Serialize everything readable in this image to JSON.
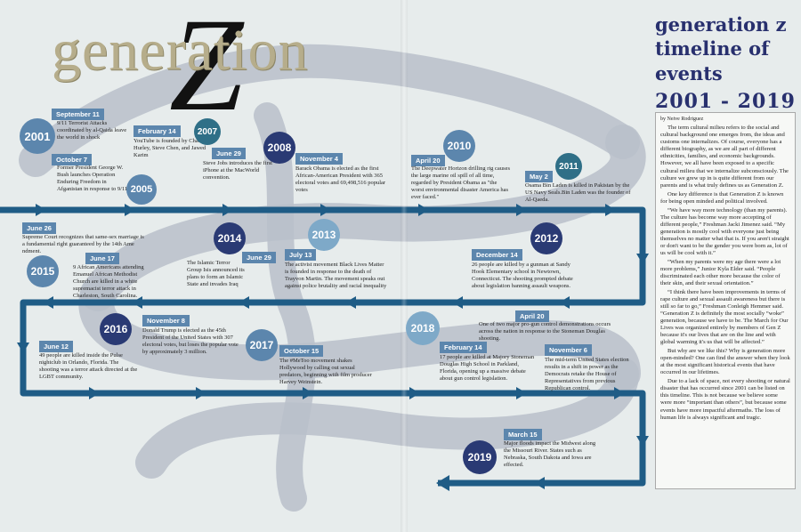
{
  "title": {
    "main": "generation",
    "letter": "Z"
  },
  "side_title": {
    "line1": "generation z",
    "line2": "timeline of",
    "line3": "events",
    "years": "2001 - 2019"
  },
  "article": {
    "byline": "by Neive Rodriguez",
    "p1": "The term cultural milieu refers to the social and cultural background one emerges from, the ideas and customs one internalizes. Of course, everyone has a different biography, as we are all part of different ethnicities, families, and economic backgrounds. However, we all have been exposed to a specific cultural milieu that we internalize subconsciously. The culture we grew up in is quite different from our parents and is what truly defines us as Generation Z.",
    "p2": "One key difference is that Generation Z is known for being open minded and political involved.",
    "p3": "“We have way more technology (than my parents). The culture has become way more accepting of different people,” Freshman Jacki Jimenez said. “My generation is mostly cool with everyone just being themselves no matter what that is. If you aren't straight or don't want to be the gender you were born as, lot of us will be cool with it.”",
    "p4": "“When my parents were my age there were a lot more problems,” Junior Kyla Elder said. “People discriminated each other more because the color of their skin, and their sexual orientation.”",
    "p5": "“I think there have been improvements in terms of rape culture and sexual assault awareness but there is still so far to go,” Freshman Conleigh Hemmer said. “Generation Z is definitely the most socially “woke” generation, because we have to be. The March for Our Lives was organized entirely by members of Gen Z because it's our lives that are on the line and with global warming it's us that will be affected.”",
    "p6": "But why are we like this? Why is generation more open-minded? One can find the answer when they look at the most significant historical events that have occurred in our lifetimes.",
    "p7": "Due to a lack of space, not every shooting or natural disaster that has occurred since 2001 can be listed on this timeline. This is not because we believe some were more “important than others”, but because some events have more impactful aftermaths. The loss of human life is always significant and tragic."
  },
  "events": [
    {
      "year": "2001",
      "date": "September 11",
      "text": "9/11 Terrorist Attacks coordinated by al-Qaida leave the world in shock"
    },
    {
      "date": "October 7",
      "text": "Former President George W. Bush launches Operation Enduring Freedom in Afganistan in response to 9/11"
    },
    {
      "year": "2005",
      "date": "February 14",
      "text": "YouTube is founded by Chad Hurley, Steve Chen, and Jawed Karim"
    },
    {
      "year": "2007",
      "date": "June 29",
      "text": "Steve Jobs introduces the first iPhone at the MacWorld convention."
    },
    {
      "year": "2008",
      "date": "November 4",
      "text": "Barack Obama is elected as the first African-American President with 365 electoral votes and 69,498,516 popular votes"
    },
    {
      "year": "2010",
      "date": "April 20",
      "text": "The Deepwater Horizon drilling rig causes the large marine oil spill of all time, regarded by President Obama as \"the worst environmental disaster America has ever faced.\""
    },
    {
      "year": "2011",
      "date": "May 2",
      "text": "Osama Bin Laden is killed in Pakistan by the US Navy Seals.Bin Laden was the founder of Al-Qaeda."
    },
    {
      "date": "June 26",
      "text": "Supreme Court recognizes that same-sex marriage is a fundamental right guaranteed by the 14th Ame ndment."
    },
    {
      "year": "2015",
      "date": "June 17",
      "text": "9 African Americans attending Emanuel African Methodist Church are killed in a white supremacist terror attack in Charleston, South Carolina."
    },
    {
      "year": "2014",
      "date": "June 29",
      "text": "The Islamic Terror Group Isis announced its plans to form an Islamic State and invades Iraq"
    },
    {
      "year": "2013",
      "date": "July 13",
      "text": "The activist movement Black Lives Matter is founded in response to the death of Trayvon Martin. The movement speaks out against police brutality and racial inequality"
    },
    {
      "year": "2012",
      "date": "December 14",
      "text": "26 people are killed by a gunman at Sandy Hook Elementary school in Newtown, Connecticut. The shooting prompted debate about legislation banning assault weapons."
    },
    {
      "year": "2016",
      "date": "November 8",
      "text": "Donald Trump is elected as the 45th President of the United States with 307 electoral votes, but loses the popular vote by approximately 3 million."
    },
    {
      "date": "June 12",
      "text": "49 people are killed inside the Pulse nightclub in Orlando, Florida. The shooting was a terror attack directed at the LGBT community."
    },
    {
      "year": "2017",
      "date": "October 15",
      "text": "The #MeToo movement shakes Hollywood by calling out sexual predators, beginning with film producer Harvey Weinstein."
    },
    {
      "date": "April 20",
      "text": "One of two major pro-gun control demonstrations occurs across the nation in response to the Stoneman Douglas shooting."
    },
    {
      "year": "2018",
      "date": "February 14",
      "text": "17 people are killed at Majory Stoneman Douglas High School in Parkland, Florida, opening up a massive debate about gun control legislation."
    },
    {
      "date": "November 6",
      "text": "The mid-term United States election results in a shift in power as the Democrats retake the House of Representatives from previous Republican control."
    },
    {
      "year": "2019",
      "date": "March 15",
      "text": "Major floods impact the Midwest along the Missouri River. States such as Nebraska, South Dakota and Iowa are effected."
    }
  ],
  "colors": {
    "track": "#1f5c86",
    "ribbon": "#b9bfca",
    "label": "#5c86ad",
    "dark_circle": "#2a3a74",
    "title_gold": "#b6ad8b",
    "title_navy": "#28306e"
  }
}
